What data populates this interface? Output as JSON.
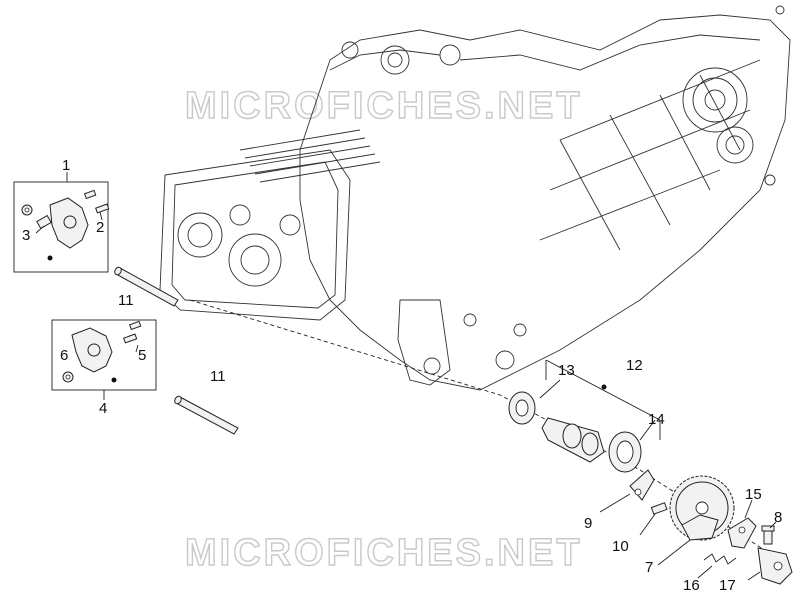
{
  "watermark": "MICROFICHES.NET",
  "callouts": [
    "1",
    "2",
    "3",
    "4",
    "5",
    "6",
    "11",
    "11",
    "12",
    "13",
    "14",
    "9",
    "10",
    "7",
    "15",
    "8",
    "16",
    "17"
  ]
}
